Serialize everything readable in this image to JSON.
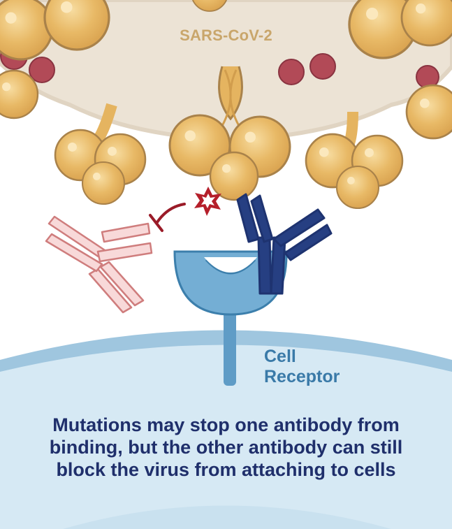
{
  "labels": {
    "virus": "SARS-CoV-2",
    "receptor_line1": "Cell",
    "receptor_line2": "Receptor"
  },
  "caption": {
    "line1": "Mutations may stop one antibody from",
    "line2": "binding, but the other antibody can still",
    "line3": "block the virus from attaching to cells"
  },
  "colors": {
    "virus_body": "#ece3d5",
    "virus_outline": "#e6ddd0",
    "spike": "#e5b460",
    "spike_outline": "#a9824a",
    "spike_highlight": "#f6dd9d",
    "virus_particle": "#b24a57",
    "cell": "#d2e7f3",
    "cell_membrane": "#9fc6df",
    "receptor": "#74aed4",
    "receptor_outline": "#3c7fac",
    "antibody_bound": "#263f82",
    "antibody_blocked": "#f8d9d9",
    "antibody_blocked_outline": "#cf7d7d",
    "block_mark": "#9a1b28",
    "mutation_star": "#b51f2a",
    "caption_text": "#1f2f6b",
    "label_text": "#3a7aa8",
    "virus_label_text": "#c9a66b"
  }
}
